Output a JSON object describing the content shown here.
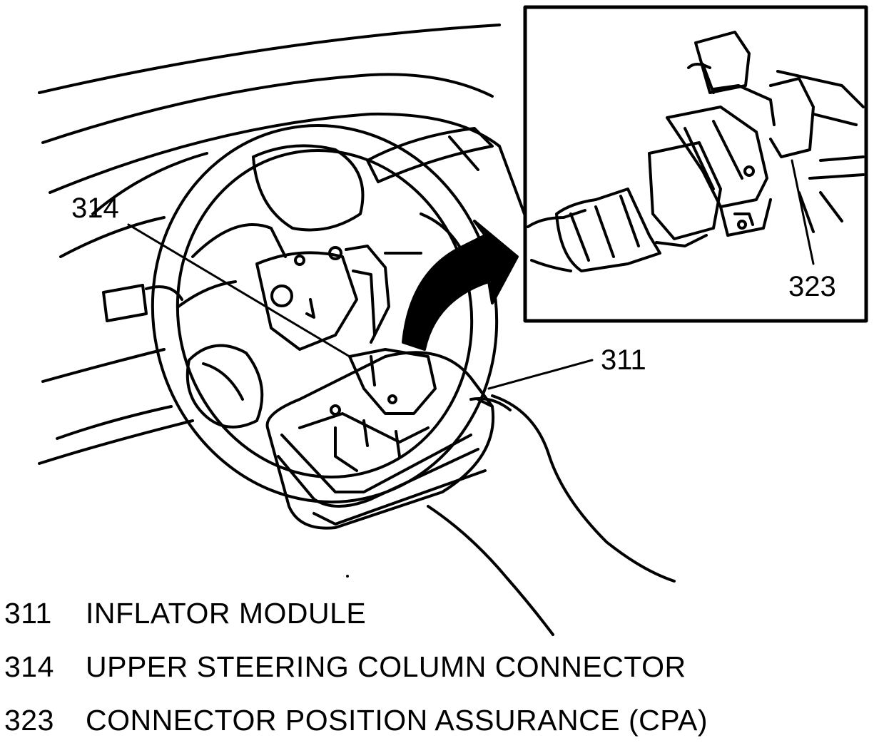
{
  "colors": {
    "ink": "#000000",
    "paper": "#ffffff"
  },
  "callouts": {
    "c314": "314",
    "c311": "311",
    "c323": "323"
  },
  "legend": [
    {
      "number": "311",
      "description": "INFLATOR MODULE"
    },
    {
      "number": "314",
      "description": "UPPER STEERING COLUMN CONNECTOR"
    },
    {
      "number": "323",
      "description": "CONNECTOR POSITION ASSURANCE (CPA)"
    }
  ]
}
